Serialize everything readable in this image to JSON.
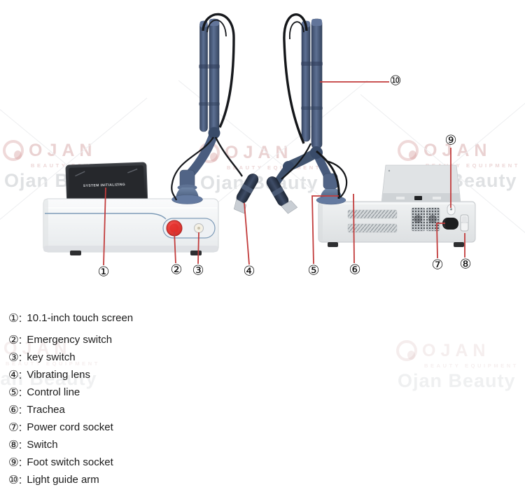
{
  "watermark": {
    "brand": "OJAN",
    "tagline": "BEAUTY EQUIPMENT",
    "name": "Ojan Beauty"
  },
  "screen": {
    "status": "SYSTEM INITIALIZING"
  },
  "callouts": [
    "①",
    "②",
    "③",
    "④",
    "⑤",
    "⑥",
    "⑦",
    "⑧",
    "⑨",
    "⑩"
  ],
  "legend": {
    "items": [
      {
        "num": "①:",
        "text": "10.1-inch touch screen"
      },
      {
        "num": "②:",
        "text": "Emergency switch"
      },
      {
        "num": "③:",
        "text": "key switch"
      },
      {
        "num": "④:",
        "text": "Vibrating lens"
      },
      {
        "num": "⑤:",
        "text": "Control line"
      },
      {
        "num": "⑥:",
        "text": "Trachea"
      },
      {
        "num": "⑦:",
        "text": "Power cord socket"
      },
      {
        "num": "⑧:",
        "text": "Switch"
      },
      {
        "num": "⑨:",
        "text": "Foot switch socket"
      },
      {
        "num": "⑩:",
        "text": "Light guide arm"
      }
    ]
  },
  "colors": {
    "callout_red": "#c23c3c",
    "emergency_red": "#e02b27",
    "arm_blue": "#46587a",
    "accent_blue": "#7f9cb8",
    "screen_bg": "#26282c",
    "watermark_pink": "#d6a0a0"
  }
}
